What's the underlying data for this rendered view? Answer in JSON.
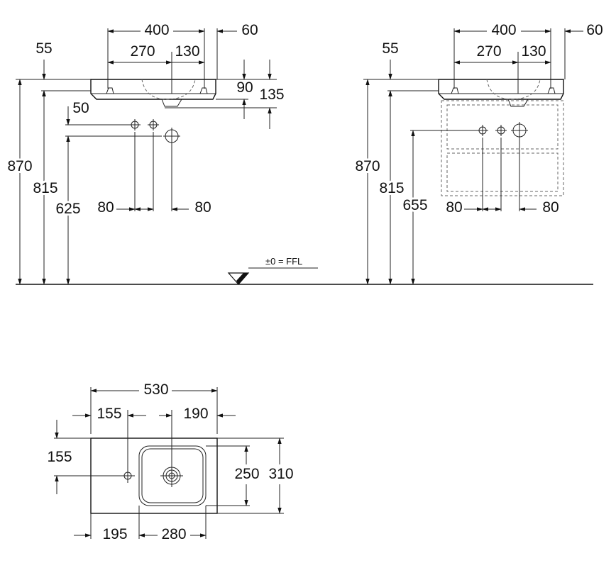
{
  "front_view": {
    "width_total": "400",
    "width_left": "270",
    "width_right": "130",
    "overhang": "60",
    "rim_offset": "55",
    "height_90": "90",
    "height_135": "135",
    "tap_offset": "50",
    "height_total": "870",
    "height_rim": "815",
    "height_waste": "625",
    "spacing_left": "80",
    "spacing_right": "80"
  },
  "cabinet_view": {
    "width_total": "400",
    "width_left": "270",
    "width_right": "130",
    "overhang": "60",
    "rim_offset": "55",
    "height_total": "870",
    "height_rim": "815",
    "height_waste": "655",
    "spacing_left": "80",
    "spacing_right": "80"
  },
  "floor_label": "±0 = FFL",
  "plan_view": {
    "width_total": "530",
    "left_segment": "155",
    "right_segment": "190",
    "tap_depth": "155",
    "bowl_depth": "250",
    "depth_total": "310",
    "bowl_offset": "195",
    "bowl_width": "280"
  }
}
